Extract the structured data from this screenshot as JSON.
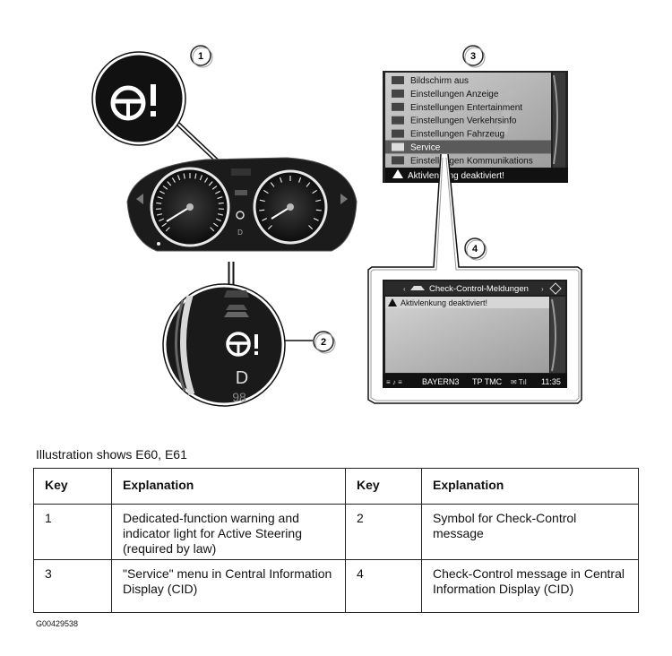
{
  "callouts": [
    "1",
    "2",
    "3",
    "4"
  ],
  "menu": {
    "items": [
      {
        "label": "Bildschirm aus",
        "icon": "screen-icon"
      },
      {
        "label": "Einstellungen Anzeige",
        "icon": "display-icon"
      },
      {
        "label": "Einstellungen Entertainment",
        "icon": "music-icon"
      },
      {
        "label": "Einstellungen Verkehrsinfo",
        "icon": "warning-triangle-icon"
      },
      {
        "label": "Einstellungen Fahrzeug",
        "icon": "car-icon"
      },
      {
        "label": "Service",
        "icon": "car-icon"
      },
      {
        "label": "Einstellungen Kommunikations",
        "icon": "signal-icon"
      }
    ],
    "warning": "Aktivlenkung deaktiviert!"
  },
  "cid": {
    "header": "Check-Control-Meldungen",
    "message": "Aktivlenkung deaktiviert!",
    "status_station": "BAYERN3",
    "status_tp": "TP TMC",
    "status_time": "11:35"
  },
  "cluster": {
    "gear": "D",
    "odometer": "98"
  },
  "caption": "Illustration shows E60, E61",
  "table": {
    "headers": [
      "Key",
      "Explanation",
      "Key",
      "Explanation"
    ],
    "rows": [
      {
        "key1": "1",
        "exp1": "Dedicated-function warning and indicator light for Active Steering (required by law)",
        "key2": "2",
        "exp2": "Symbol for Check-Control message"
      },
      {
        "key1": "3",
        "exp1": "\"Service\" menu in Central Information Display (CID)",
        "key2": "4",
        "exp2": "Check-Control message in Central Information Display (CID)"
      }
    ]
  },
  "figure_code": "G00429538"
}
